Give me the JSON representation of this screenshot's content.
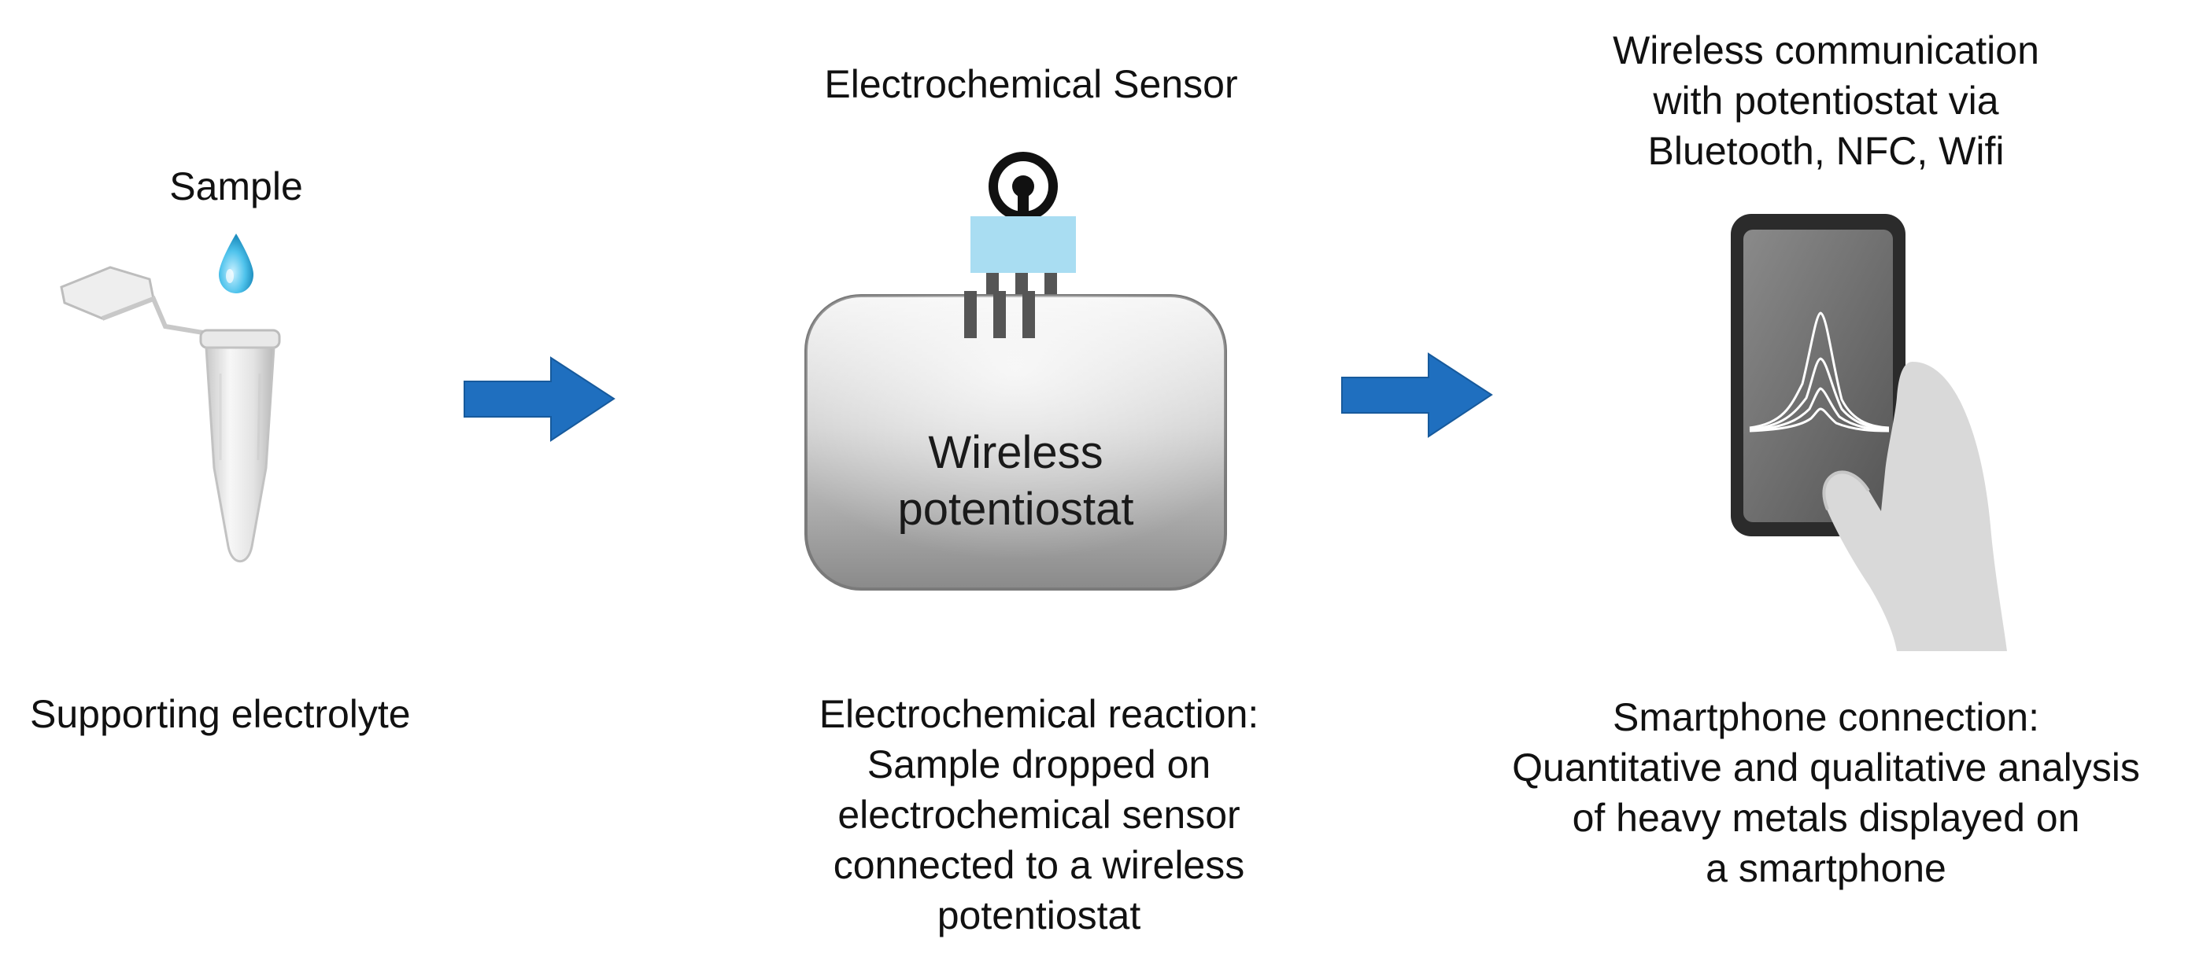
{
  "step1": {
    "sample_label": "Sample",
    "caption": "Supporting electrolyte"
  },
  "step2": {
    "sensor_label": "Electrochemical Sensor",
    "device_label_line1": "Wireless",
    "device_label_line2": "potentiostat",
    "caption_line1": "Electrochemical reaction:",
    "caption_line2": "Sample dropped on",
    "caption_line3": "electrochemical sensor",
    "caption_line4": "connected to a wireless",
    "caption_line5": "potentiostat"
  },
  "step3": {
    "header_line1": "Wireless communication",
    "header_line2": "with potentiostat via",
    "header_line3": "Bluetooth, NFC, Wifi",
    "caption_line1": "Smartphone connection:",
    "caption_line2": "Quantitative and qualitative analysis",
    "caption_line3": "of heavy metals displayed on",
    "caption_line4": "a smartphone"
  },
  "colors": {
    "arrow": "#1f6fbf",
    "drop": "#3db6e0",
    "sensor_pad": "#a9ddf2",
    "phone_body": "#2b2b2b",
    "hand": "#d9d9d9"
  },
  "icons": [
    "tube-icon",
    "drop-icon",
    "arrow-icon",
    "sensor-icon",
    "potentiostat-icon",
    "phone-icon",
    "hand-icon"
  ]
}
